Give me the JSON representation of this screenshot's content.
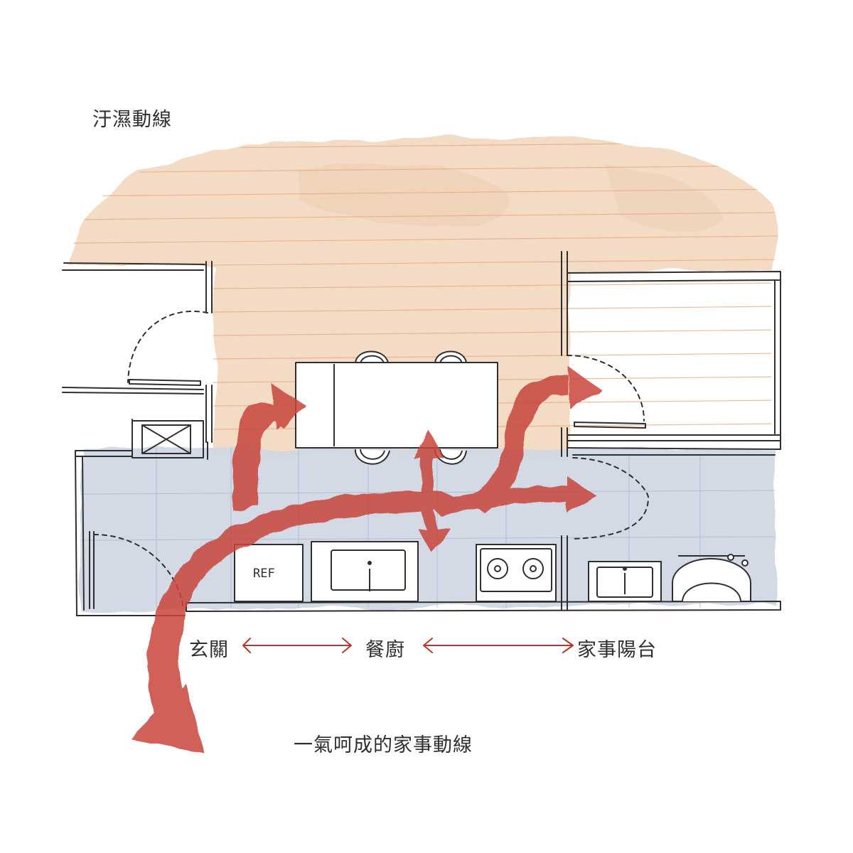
{
  "title_wet_zone": "汙濕動線",
  "title_flow": "一氣呵成的家事動線",
  "labels": {
    "entry": "玄關",
    "dining_kitchen": "餐廚",
    "utility_balcony": "家事陽台"
  },
  "fridge_label": "REF",
  "colors": {
    "wet_zone_wash": "#f2d9c1",
    "floor_tile_wash": "#cfd7e4",
    "flow_arrow": "#c8453b",
    "line_ink": "#2f2f2f"
  }
}
